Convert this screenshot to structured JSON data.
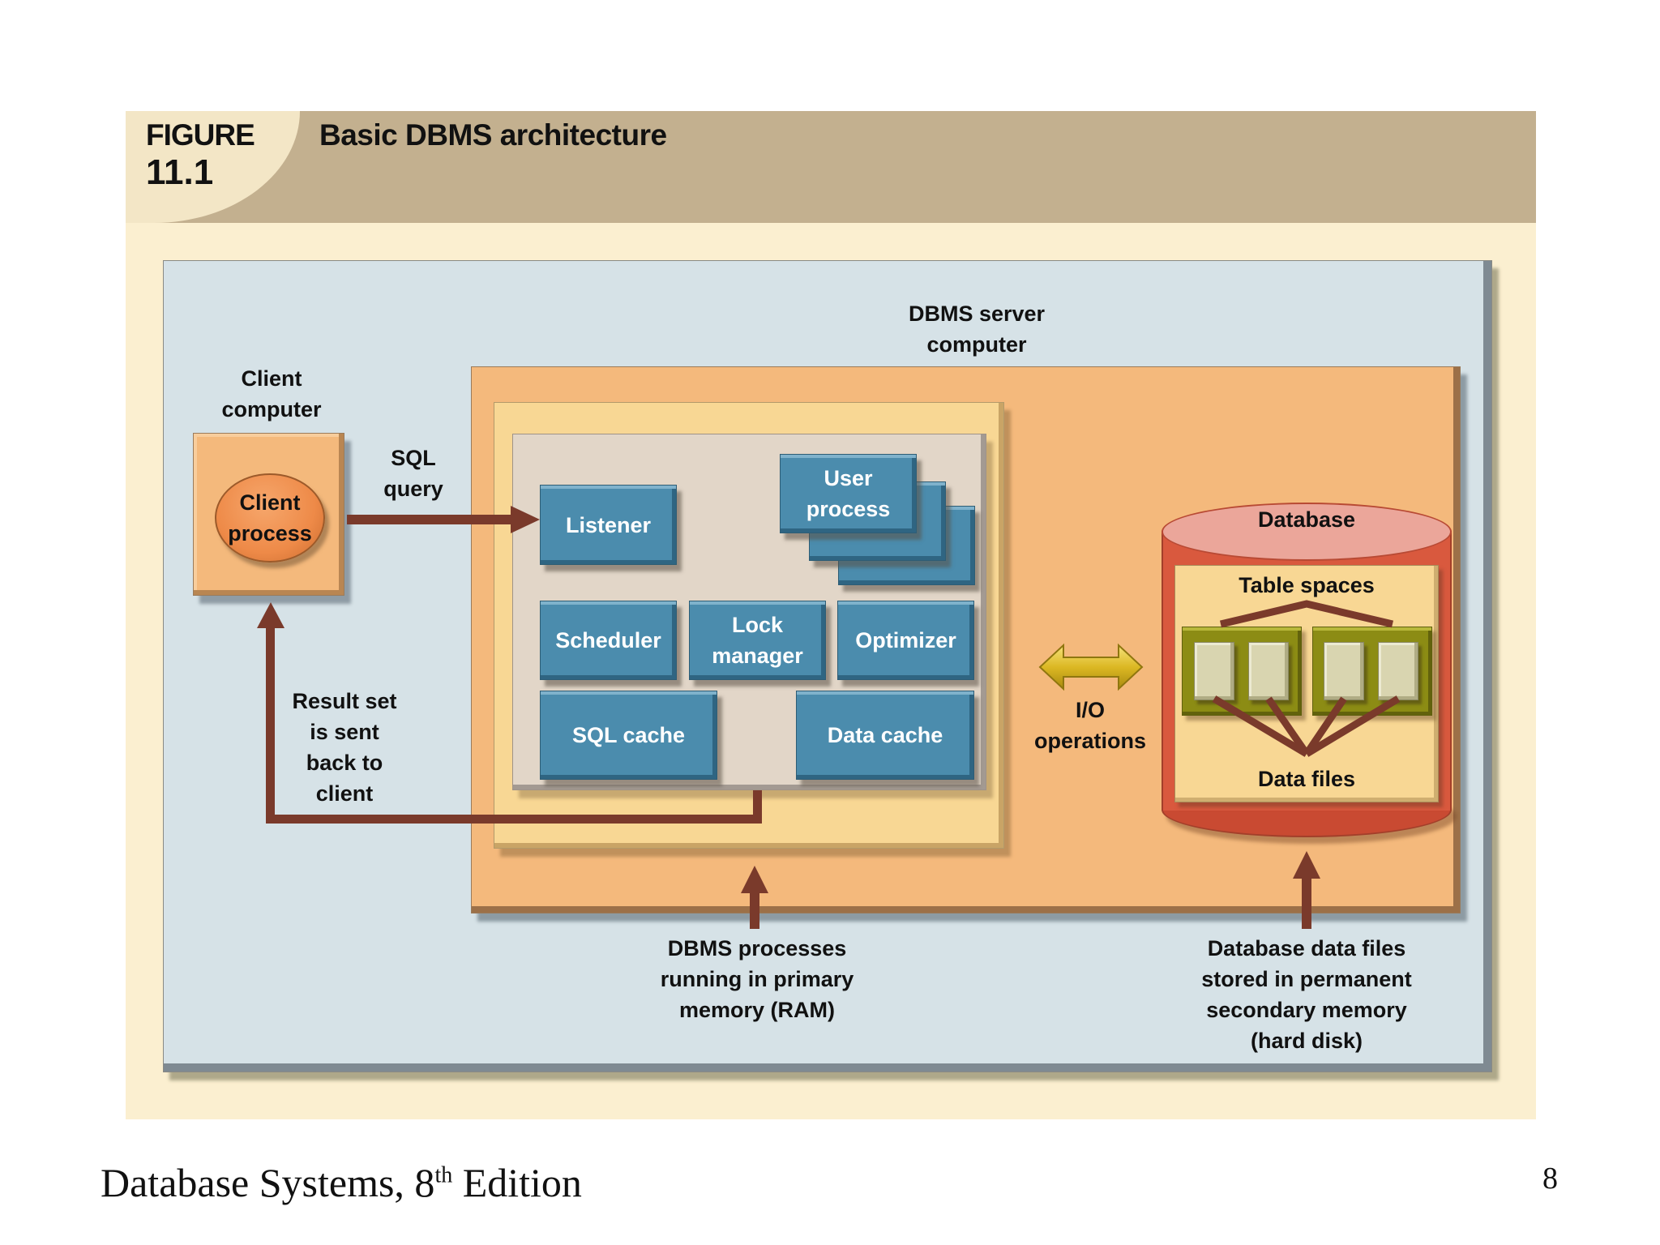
{
  "figure": {
    "label": "FIGURE",
    "number": "11.1",
    "title": "Basic DBMS architecture"
  },
  "client": {
    "computer_label": "Client\ncomputer",
    "process_label": "Client\nprocess"
  },
  "arrows": {
    "sql_query": "SQL\nquery",
    "result_set": "Result set\nis sent\nback to\nclient",
    "io": "I/O\noperations"
  },
  "server": {
    "label": "DBMS server\ncomputer",
    "blocks": {
      "listener": "Listener",
      "user_process": "User\nprocess",
      "scheduler": "Scheduler",
      "lock_manager": "Lock\nmanager",
      "optimizer": "Optimizer",
      "sql_cache": "SQL cache",
      "data_cache": "Data cache"
    }
  },
  "database": {
    "label": "Database",
    "table_spaces": "Table spaces",
    "data_files": "Data files"
  },
  "captions": {
    "ram": "DBMS processes\nrunning in primary\nmemory (RAM)",
    "disk": "Database data files\nstored in permanent\nsecondary memory\n(hard disk)"
  },
  "footer": {
    "book_prefix": "Database Systems, 8",
    "book_sup": "th",
    "book_suffix": " Edition",
    "page_number": "8"
  },
  "colors": {
    "arrow": "#7a3a2b",
    "block_blue": "#4b8cad",
    "server_orange": "#f4b97c",
    "panel_blue": "#d6e2e7",
    "header_tan": "#c3b08f",
    "io_arrow_gold": "#e2c12a"
  }
}
